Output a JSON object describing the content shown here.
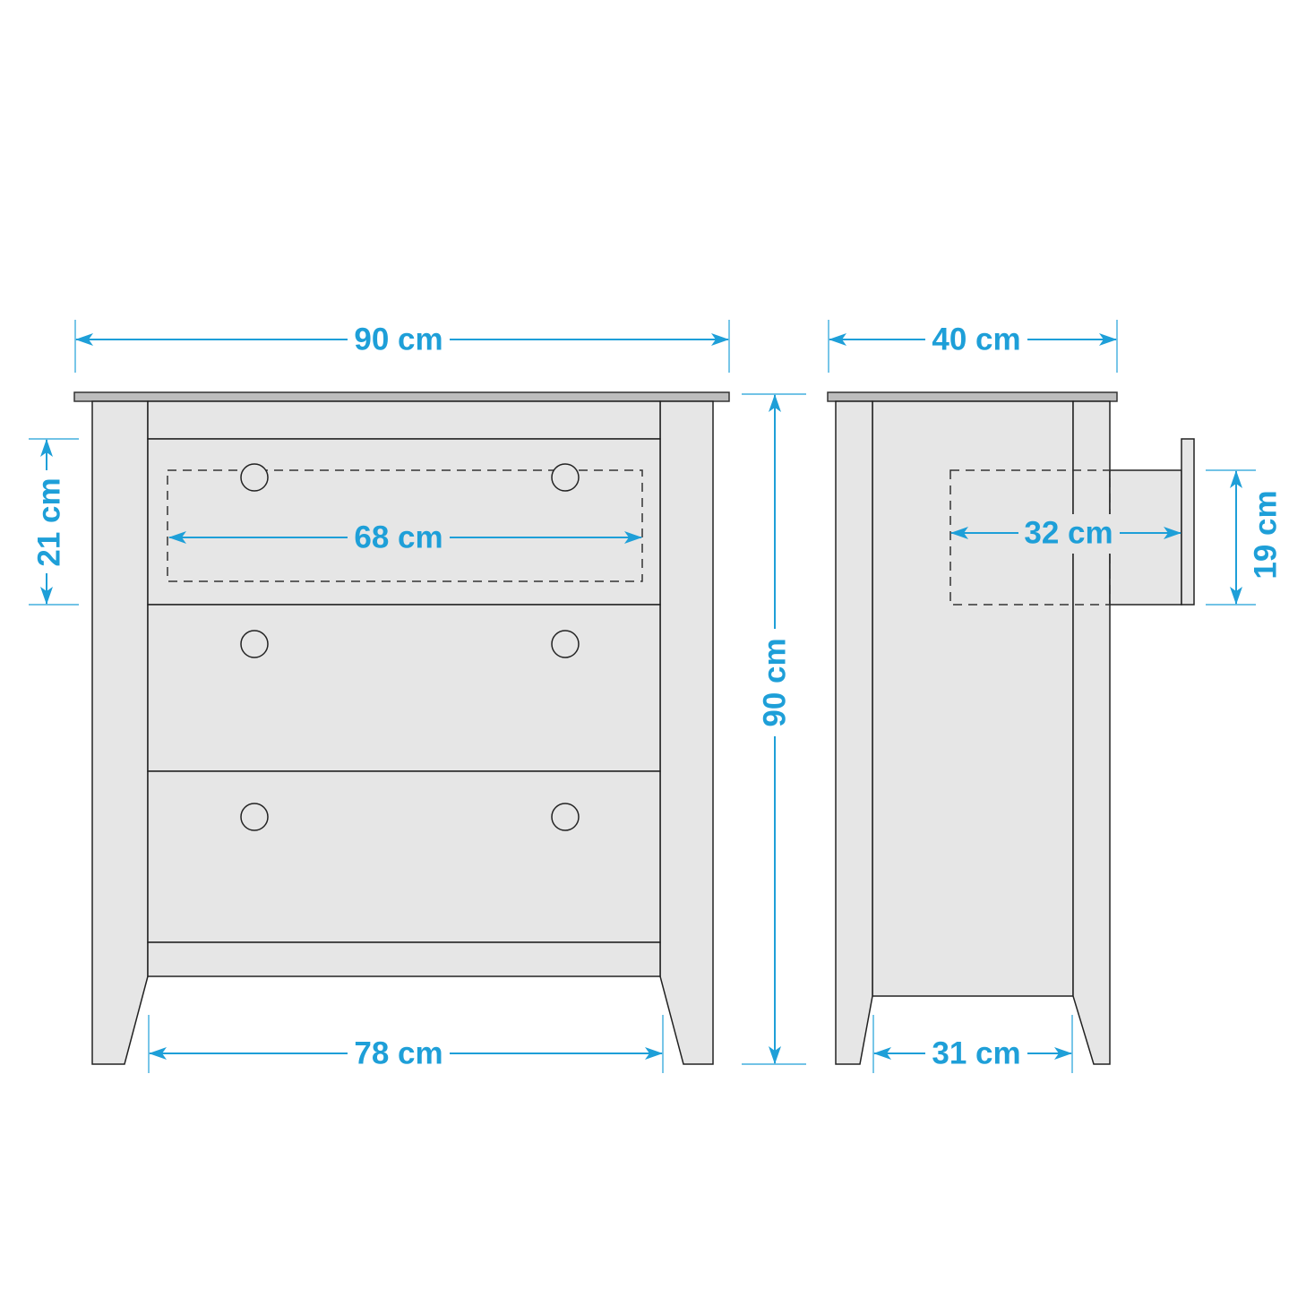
{
  "colors": {
    "dimension": "#1e9fd8",
    "body_fill": "#e6e6e6",
    "top_fill": "#bdbdbd",
    "outline": "#222222"
  },
  "front_view": {
    "width_label": "90 cm",
    "height_label": "90 cm",
    "drawer_height_label": "21 cm",
    "drawer_inner_width_label": "68 cm",
    "leg_span_label": "78 cm",
    "drawer_count": 3
  },
  "side_view": {
    "depth_label": "40 cm",
    "leg_span_label": "31 cm",
    "drawer_depth_label": "32 cm",
    "drawer_height_label": "19 cm"
  }
}
